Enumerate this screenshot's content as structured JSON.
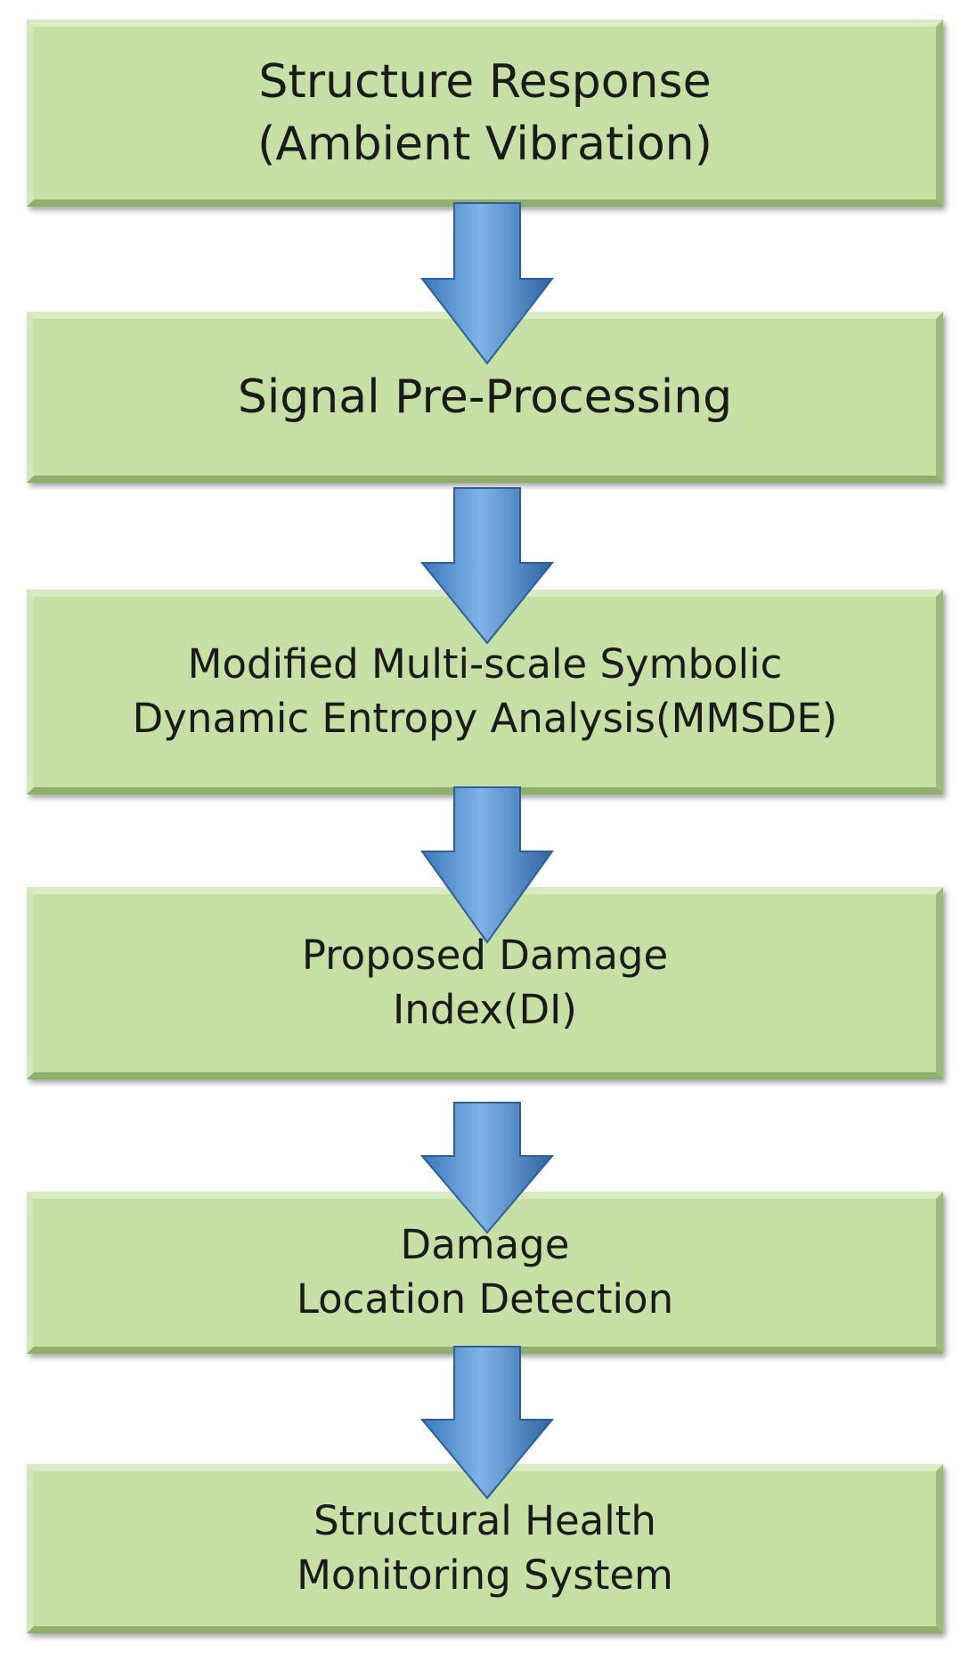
{
  "steps": [
    {
      "lines": [
        "Structure Response",
        "(Ambient Vibration)"
      ]
    },
    {
      "lines": [
        "Signal Pre-Processing"
      ]
    },
    {
      "lines": [
        "Modified Multi-scale Symbolic",
        "Dynamic Entropy Analysis(MMSDE)"
      ]
    },
    {
      "lines": [
        "Proposed Damage",
        "Index(DI)"
      ]
    },
    {
      "lines": [
        "Damage",
        "Location Detection"
      ]
    },
    {
      "lines": [
        "Structural Health",
        "Monitoring System"
      ]
    }
  ],
  "colors": {
    "box_fill": "#c6dfa5",
    "arrow_fill": "#5b9bd5",
    "text": "#1a1a1a"
  }
}
